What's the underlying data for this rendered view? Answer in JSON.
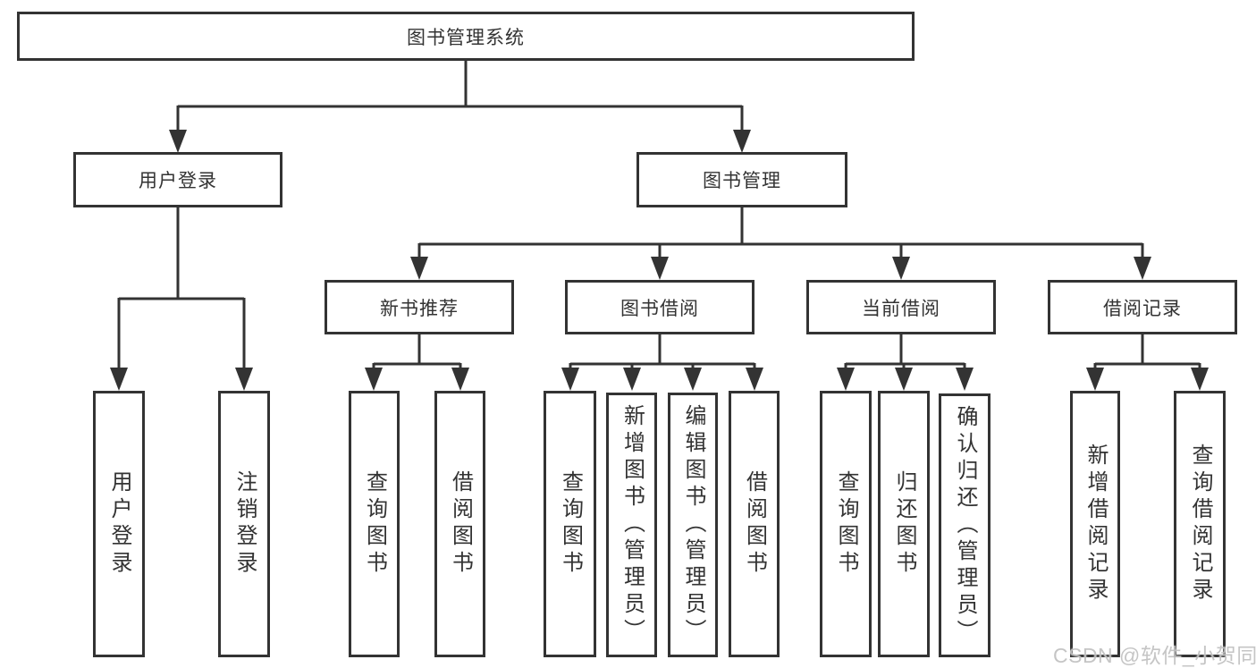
{
  "diagram": {
    "root": "图书管理系统",
    "branches": [
      {
        "label": "用户登录",
        "leaves": [
          "用户登录",
          "注销登录"
        ]
      },
      {
        "label": "图书管理",
        "sections": [
          {
            "label": "新书推荐",
            "leaves": [
              "查询图书",
              "借阅图书"
            ]
          },
          {
            "label": "图书借阅",
            "leaves": [
              "查询图书",
              "新增图书（管理员）",
              "编辑图书（管理员）",
              "借阅图书"
            ]
          },
          {
            "label": "当前借阅",
            "leaves": [
              "查询图书",
              "归还图书",
              "确认归还（管理员）"
            ]
          },
          {
            "label": "借阅记录",
            "leaves": [
              "新增借阅记录",
              "查询借阅记录"
            ]
          }
        ]
      }
    ]
  },
  "watermark": "CSDN @软件_小贺同学",
  "colors": {
    "line": "#333333",
    "text": "#333333",
    "background": "#ffffff",
    "watermark": "#c2c2c2"
  }
}
